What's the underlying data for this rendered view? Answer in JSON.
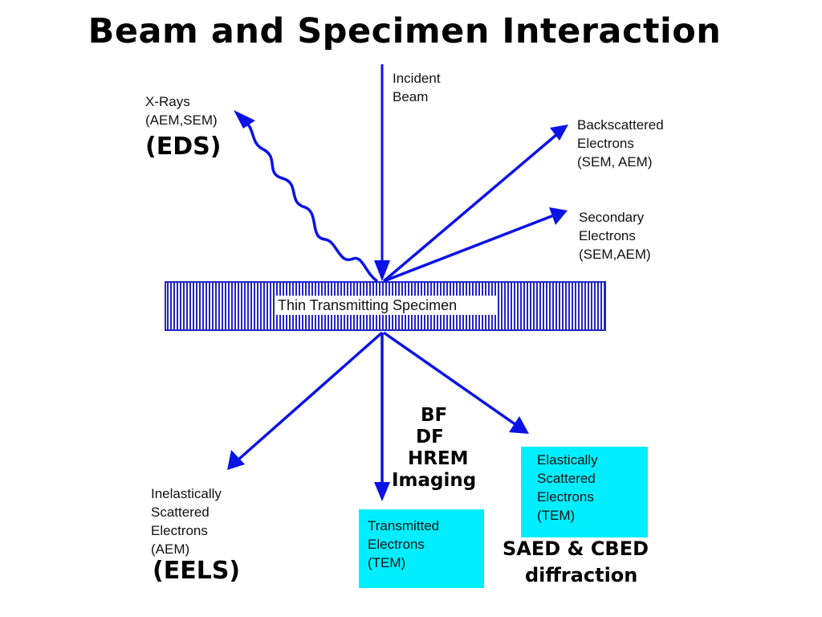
{
  "title": "Beam and Specimen Interaction",
  "specimen_label": "Thin Transmitting Specimen",
  "incident": [
    "Incident",
    "Beam"
  ],
  "xrays": [
    "X-Rays",
    "(AEM,SEM)"
  ],
  "eds": "(EDS)",
  "backscattered": [
    "Backscattered",
    "Electrons",
    "(SEM, AEM)"
  ],
  "secondary": [
    "Secondary",
    "Electrons",
    "(SEM,AEM)"
  ],
  "inelastic": [
    "Inelastically",
    "Scattered",
    "Electrons",
    "(AEM)"
  ],
  "eels": "(EELS)",
  "imaging": [
    "BF",
    "DF",
    "HREM",
    "Imaging"
  ],
  "transmitted": [
    "Transmitted",
    "Electrons",
    "(TEM)"
  ],
  "elastic": [
    "Elastically",
    "Scattered",
    "Electrons",
    "(TEM)"
  ],
  "diffraction": [
    "SAED & CBED",
    "diffraction"
  ],
  "colors": {
    "arrow": "#0b12e6",
    "specimen": "#2226c8",
    "box": "#00eeff"
  }
}
